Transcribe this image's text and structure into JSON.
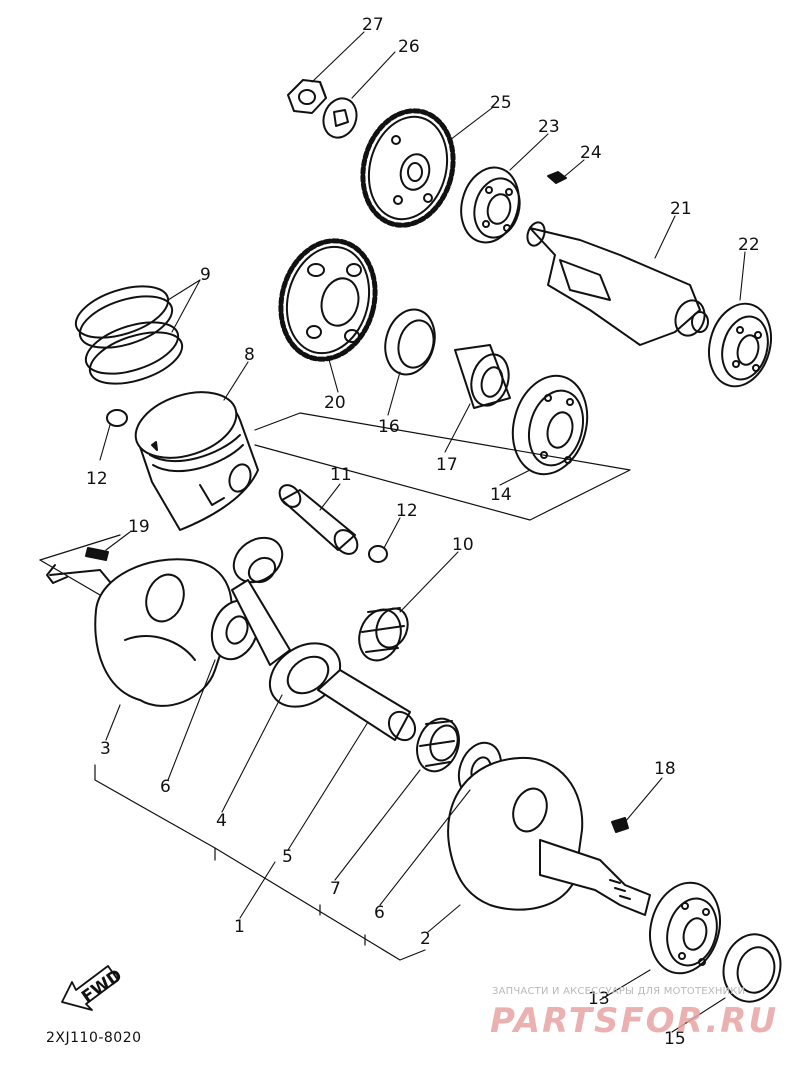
{
  "diagram": {
    "part_numbers": {
      "p1": "1",
      "p2": "2",
      "p3": "3",
      "p4": "4",
      "p5": "5",
      "p6a": "6",
      "p6b": "6",
      "p7": "7",
      "p8": "8",
      "p9": "9",
      "p10": "10",
      "p11": "11",
      "p12a": "12",
      "p12b": "12",
      "p13": "13",
      "p14": "14",
      "p15": "15",
      "p16": "16",
      "p17": "17",
      "p18": "18",
      "p19": "19",
      "p20": "20",
      "p21": "21",
      "p22": "22",
      "p23": "23",
      "p24": "24",
      "p25": "25",
      "p26": "26",
      "p27": "27"
    },
    "fwd_label": "FWD",
    "code": "2XJ110-8020"
  },
  "watermark": {
    "tagline": "ЗАПЧАСТИ И АКСЕССУАРЫ ДЛЯ МОТОТЕХНИКИ",
    "brand": "PARTSFOR.RU",
    "color": "#e8a3a3"
  }
}
